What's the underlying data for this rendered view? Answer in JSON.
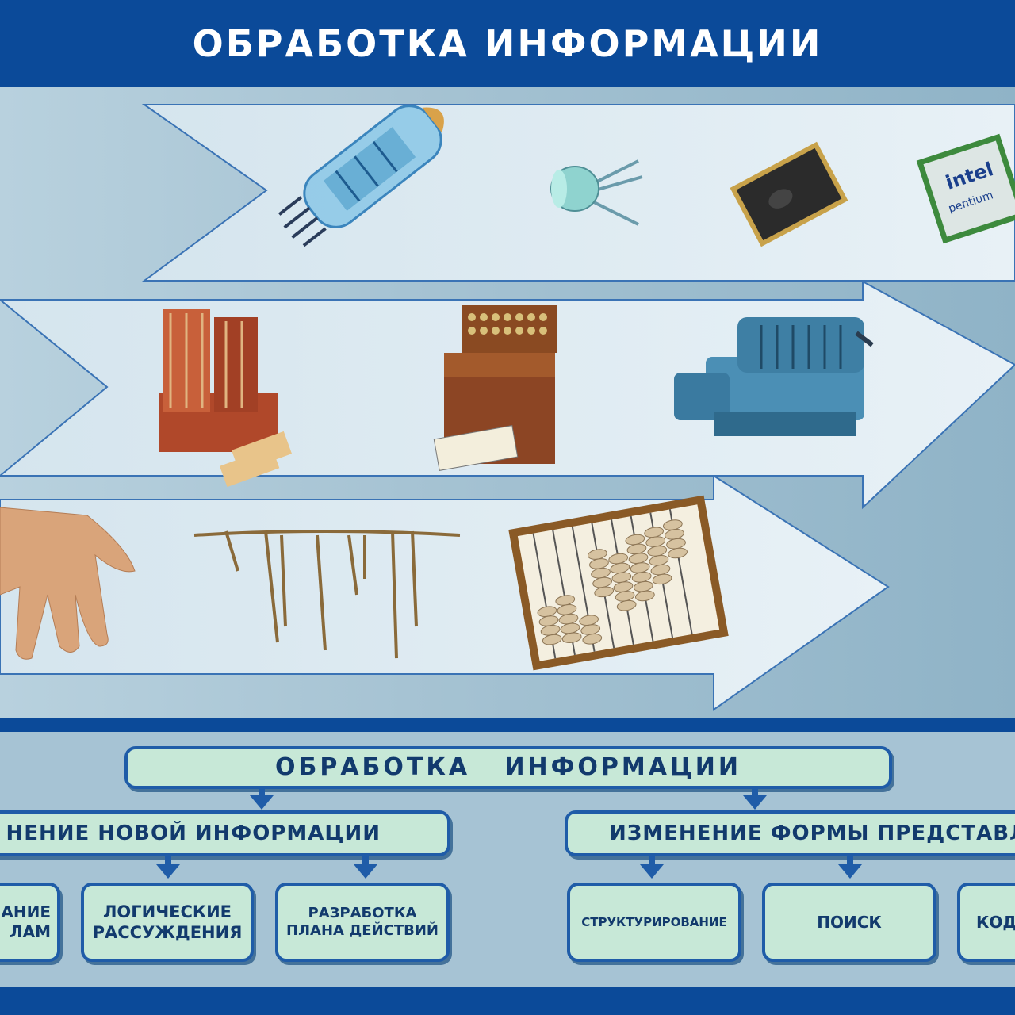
{
  "header": {
    "title": "ОБРАБОТКА ИНФОРМАЦИИ"
  },
  "rows": [
    {
      "era": "electronics",
      "items": [
        "vacuum-tube",
        "transistor",
        "microchip",
        "intel-pentium-processor"
      ],
      "chip_text": [
        "intel",
        "pentium"
      ]
    },
    {
      "era": "mechanical",
      "items": [
        "babbage-engine",
        "hollerith-tabulator",
        "arithmometer"
      ]
    },
    {
      "era": "manual",
      "items": [
        "hand",
        "quipu",
        "abacus"
      ]
    }
  ],
  "scheme": {
    "root": "ОБРАБОТКА   ИНФОРМАЦИИ",
    "left": {
      "label": "НЕНИЕ НОВОЙ ИНФОРМАЦИИ",
      "children": [
        {
          "line1": "ВАНИЕ",
          "line2": "ЛАМ"
        },
        {
          "line1": "ЛОГИЧЕСКИЕ",
          "line2": "РАССУЖДЕНИЯ"
        },
        {
          "line1": "РАЗРАБОТКА",
          "line2": "ПЛАНА ДЕЙСТВИЙ"
        }
      ]
    },
    "right": {
      "label": "ИЗМЕНЕНИЕ ФОРМЫ ПРЕДСТАВЛ",
      "children": [
        {
          "line1": "СТРУКТУРИРОВАНИЕ"
        },
        {
          "line1": "ПОИСК"
        },
        {
          "line1": "КОД"
        }
      ]
    }
  },
  "colors": {
    "header": "#0b4a99",
    "box_fill": "#c7e8d7",
    "box_border": "#1f5ca8",
    "text": "#123a6d"
  }
}
